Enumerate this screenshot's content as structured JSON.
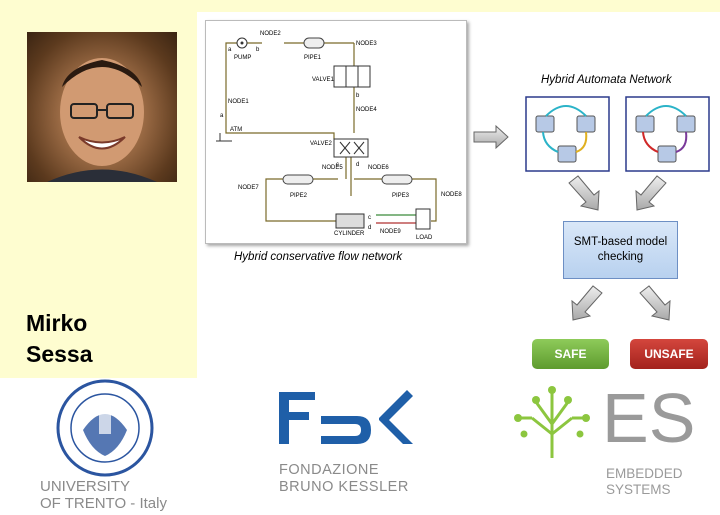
{
  "presenter": {
    "first_name": "Mirko",
    "last_name": "Sessa"
  },
  "flow_network": {
    "caption": "Hybrid conservative flow network",
    "labels": {
      "node2": "NODE2",
      "node3": "NODE3",
      "pump": "PUMP",
      "pipe1": "PIPE1",
      "valve1": "VALVE1",
      "node1": "NODE1",
      "node4": "NODE4",
      "atm": "ATM",
      "valve2": "VALVE2",
      "node5": "NODE5",
      "node6": "NODE6",
      "node7": "NODE7",
      "node8": "NODE8",
      "pipe2": "PIPE2",
      "pipe3": "PIPE3",
      "cylinder": "CYLINDER",
      "node9": "NODE9",
      "load": "LOAD"
    },
    "ports": {
      "a": "a",
      "b": "b",
      "c": "c",
      "d": "d"
    }
  },
  "automata": {
    "caption": "Hybrid Automata Network"
  },
  "smt_box": {
    "label": "SMT-based model checking"
  },
  "results": {
    "safe": "SAFE",
    "unsafe": "UNSAFE"
  },
  "logos": {
    "trento": {
      "line1": "UNIVERSITY",
      "line2": "OF TRENTO - Italy"
    },
    "fbk": {
      "line1": "FONDAZIONE",
      "line2": "BRUNO KESSLER"
    },
    "es": {
      "mark": "ES",
      "line1": "EMBEDDED",
      "line2": "SYSTEMS"
    }
  },
  "colors": {
    "panel_bg": "#fefdd0",
    "smt_fill": "#c9dcf3",
    "safe": "#6aa636",
    "unsafe": "#b52a22",
    "fbk_blue": "#1f5fa8",
    "es_green": "#8cc63f",
    "es_gray": "#9a9a9a",
    "trento_gray": "#8a8a8a",
    "automata_border": "#2b3a8c",
    "state_fill": "#b7c9e6"
  }
}
